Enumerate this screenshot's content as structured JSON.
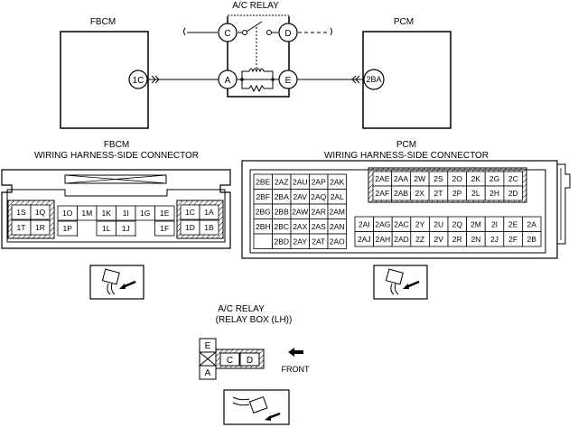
{
  "schematic": {
    "fbcm_title": "FBCM",
    "relay_title": "A/C RELAY",
    "pcm_title": "PCM",
    "fbcm_pin": "1C",
    "pcm_pin": "2BA",
    "relay_terminals": {
      "c": "C",
      "d": "D",
      "a": "A",
      "e": "E"
    }
  },
  "fbcm_connector": {
    "title_line1": "FBCM",
    "title_line2": "WIRING HARNESS-SIDE CONNECTOR",
    "left_block": [
      [
        "1S",
        "1Q"
      ],
      [
        "1T",
        "1R"
      ]
    ],
    "mid_top": [
      "1O",
      "1M",
      "1K",
      "1I",
      "1G",
      "1E"
    ],
    "mid_bottom": [
      "1P",
      "1L",
      "1J",
      "1F"
    ],
    "right_block": [
      [
        "1C",
        "1A"
      ],
      [
        "1D",
        "1B"
      ]
    ]
  },
  "pcm_connector": {
    "title_line1": "PCM",
    "title_line2": "WIRING HARNESS-SIDE CONNECTOR",
    "left_grid": [
      [
        "2BE",
        "2AZ",
        "2AU",
        "2AP",
        "2AK"
      ],
      [
        "2BF",
        "2BA",
        "2AV",
        "2AQ",
        "2AL"
      ],
      [
        "2BG",
        "2BB",
        "2AW",
        "2AR",
        "2AM"
      ],
      [
        "2BH",
        "2BC",
        "2AX",
        "2AS",
        "2AN"
      ],
      [
        "",
        "2BD",
        "2AY",
        "2AT",
        "2AO"
      ]
    ],
    "right_top": [
      [
        "2AE",
        "2AA",
        "2W",
        "2S",
        "2O",
        "2K",
        "2G",
        "2C"
      ],
      [
        "2AF",
        "2AB",
        "2X",
        "2T",
        "2P",
        "2L",
        "2H",
        "2D"
      ]
    ],
    "right_bottom": [
      [
        "2AI",
        "2AG",
        "2AC",
        "2Y",
        "2U",
        "2Q",
        "2M",
        "2I",
        "2E",
        "2A"
      ],
      [
        "2AJ",
        "2AH",
        "2AD",
        "2Z",
        "2V",
        "2R",
        "2N",
        "2J",
        "2F",
        "2B"
      ]
    ]
  },
  "relay_box": {
    "title_line1": "A/C RELAY",
    "title_line2": "(RELAY BOX (LH))",
    "cells": {
      "e": "E",
      "a": "A",
      "c": "C",
      "d": "D"
    },
    "front_label": "FRONT"
  }
}
